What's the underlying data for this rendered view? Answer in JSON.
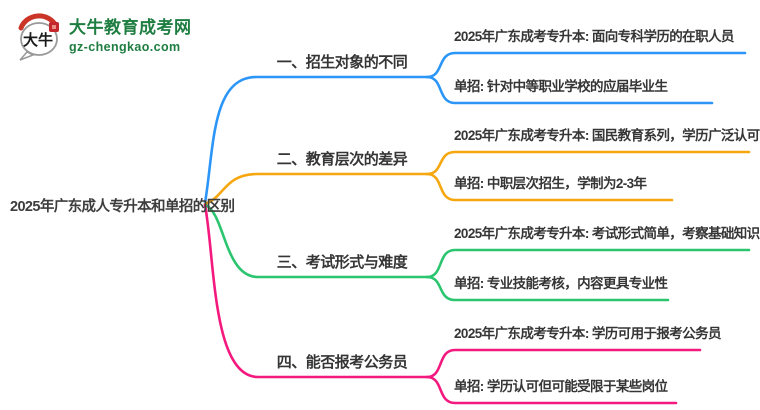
{
  "logo": {
    "site_name": "大牛教育成考网",
    "site_url": "gz-chengkao.com",
    "icon_text": "大牛",
    "brand_green": "#1E7D40",
    "brand_red": "#C3272B"
  },
  "mindmap": {
    "central_topic": "2025年广东成人专升本和单招的区别",
    "branches": [
      {
        "label": "一、招生对象的不同",
        "color": "#2B96F7",
        "children": [
          "2025年广东成考专升本: 面向专科学历的在职人员",
          "单招: 针对中等职业学校的应届毕业生"
        ]
      },
      {
        "label": "二、教育层次的差异",
        "color": "#F6A70F",
        "children": [
          "2025年广东成考专升本: 国民教育系列，学历广泛认可",
          "单招: 中职层次招生，学制为2-3年"
        ]
      },
      {
        "label": "三、考试形式与难度",
        "color": "#2BC56F",
        "children": [
          "2025年广东成考专升本: 考试形式简单，考察基础知识",
          "单招: 专业技能考核，内容更具专业性"
        ]
      },
      {
        "label": "四、能否报考公务员",
        "color": "#F3197E",
        "children": [
          "2025年广东成考专升本: 学历可用于报考公务员",
          "单招: 学历认可但可能受限于某些岗位"
        ]
      }
    ]
  }
}
